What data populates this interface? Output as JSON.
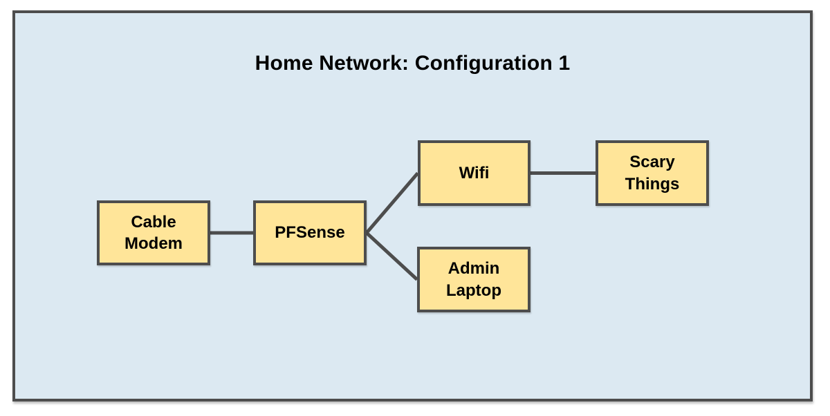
{
  "diagram": {
    "title": "Home Network: Configuration 1",
    "nodes": [
      {
        "id": "cable-modem",
        "label": "Cable Modem"
      },
      {
        "id": "pfsense",
        "label": "PFSense"
      },
      {
        "id": "wifi",
        "label": "Wifi"
      },
      {
        "id": "admin-laptop",
        "label": "Admin Laptop"
      },
      {
        "id": "scary-things",
        "label": "Scary Things"
      }
    ],
    "edges": [
      {
        "from": "cable-modem",
        "to": "pfsense"
      },
      {
        "from": "pfsense",
        "to": "wifi"
      },
      {
        "from": "pfsense",
        "to": "admin-laptop"
      },
      {
        "from": "wifi",
        "to": "scary-things"
      }
    ],
    "colors": {
      "canvas_fill": "#dce9f2",
      "canvas_border": "#4d4d4d",
      "node_fill": "#ffe599",
      "node_border": "#4d4d4d",
      "edge": "#4d4d4d",
      "text": "#000000"
    }
  }
}
